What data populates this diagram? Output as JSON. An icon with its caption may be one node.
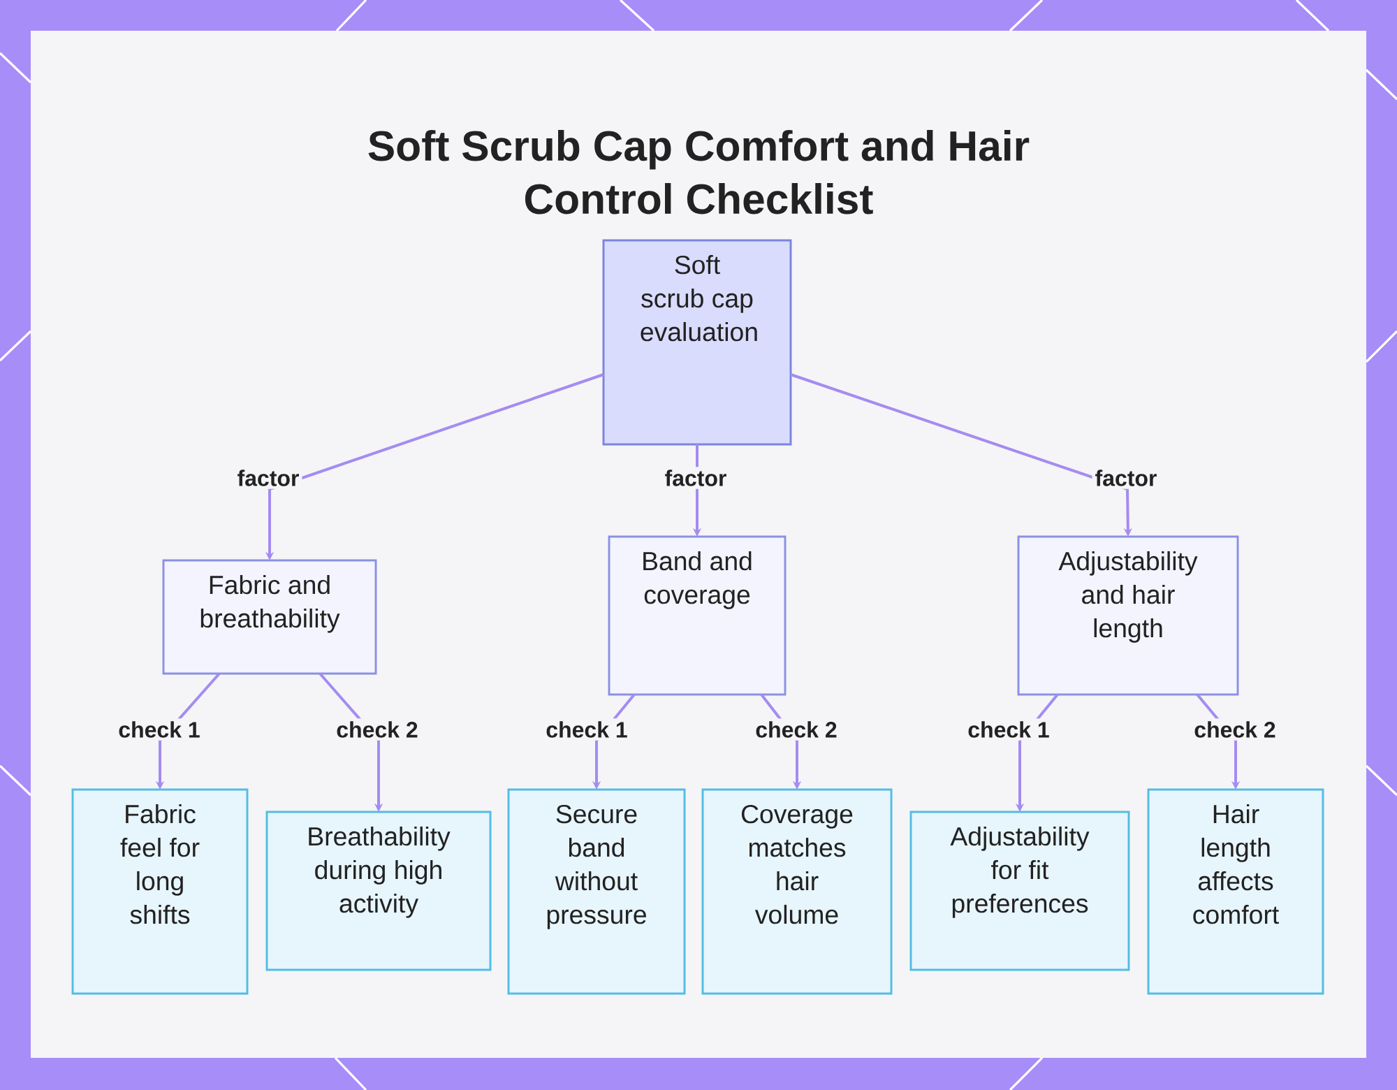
{
  "diagram": {
    "title": "Soft Scrub Cap Comfort and Hair Control Checklist",
    "nodes": [
      {
        "text": [
          "Soft scrub cap evaluation"
        ]
      },
      {
        "text": [
          "Fabric and breathability"
        ]
      },
      {
        "text": [
          "Band and coverage"
        ]
      },
      {
        "text": [
          "Adjustability and hair length"
        ]
      },
      {
        "text": [
          "Fabric feel for long shifts"
        ]
      },
      {
        "text": [
          "Breathability during high activity"
        ]
      },
      {
        "text": [
          "Secure band without pressure"
        ]
      },
      {
        "text": [
          "Coverage matches hair volume"
        ]
      },
      {
        "text": [
          "Adjustability for fit preferences"
        ]
      },
      {
        "text": [
          "Hair length affects comfort"
        ]
      }
    ],
    "edges": [
      {
        "from": 0,
        "to": 1,
        "arrow": "to",
        "label": "factor"
      },
      {
        "from": 0,
        "to": 2,
        "arrow": "to",
        "label": "factor"
      },
      {
        "from": 0,
        "to": 3,
        "arrow": "to",
        "label": "factor"
      },
      {
        "from": 1,
        "to": 4,
        "arrow": "to",
        "label": "check 1"
      },
      {
        "from": 1,
        "to": 5,
        "arrow": "to",
        "label": "check 2"
      },
      {
        "from": 2,
        "to": 6,
        "arrow": "to",
        "label": "check 1"
      },
      {
        "from": 2,
        "to": 7,
        "arrow": "to",
        "label": "check 2"
      },
      {
        "from": 3,
        "to": 8,
        "arrow": "to",
        "label": "check 1"
      },
      {
        "from": 3,
        "to": 9,
        "arrow": "to",
        "label": "check 2"
      }
    ]
  }
}
